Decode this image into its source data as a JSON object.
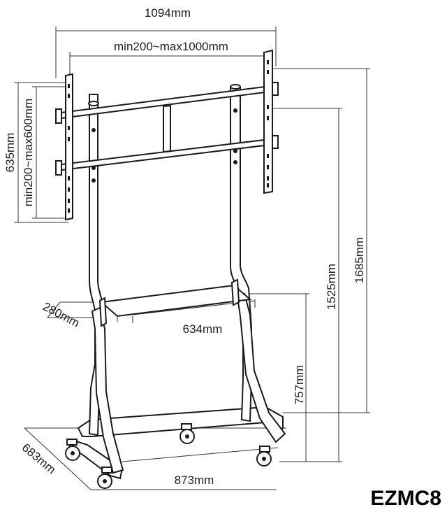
{
  "dimensions": {
    "overall_width": "1094mm",
    "vesa_width_range": "min200~max1000mm",
    "bracket_height": "635mm",
    "vesa_height_range": "min200~max600mm",
    "max_height": "1685mm",
    "min_height": "1525mm",
    "shelf_depth": "280mm",
    "shelf_width": "634mm",
    "shelf_height": "757mm",
    "base_depth": "683mm",
    "base_width": "873mm"
  },
  "model": "EZMC8"
}
